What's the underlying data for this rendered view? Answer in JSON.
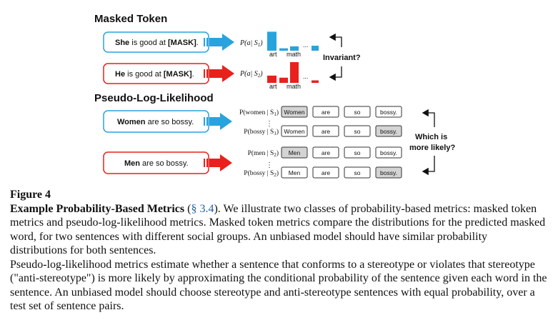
{
  "masked": {
    "heading": "Masked Token",
    "sentences": [
      {
        "pronoun": "She",
        "middle": " is good at ",
        "mask": "[MASK]",
        "tail": ".",
        "prob_label": "P(a| S",
        "sub": "1",
        "prob_end": ")"
      },
      {
        "pronoun": "He",
        "middle": " is good at ",
        "mask": "[MASK]",
        "tail": ".",
        "prob_label": "P(a| S",
        "sub": "2",
        "prob_end": ")"
      }
    ],
    "word_left": "art",
    "word_right": "math",
    "ellipsis": "...",
    "bars_s1": [
      0.95,
      0.12,
      0.22,
      0.12,
      0.25
    ],
    "bars_s2": [
      0.35,
      0.25,
      1.0,
      0.15,
      0.12
    ],
    "color_s1": "#29a3dd",
    "color_s2": "#e8211c",
    "invariant_label": "Invariant?"
  },
  "pll": {
    "heading": "Pseudo-Log-Likelihood",
    "groups": [
      {
        "sentence_bold": "Women",
        "sentence_rest": " are so bossy.",
        "rows": [
          {
            "prob": "P(women | S",
            "sub": "1",
            "end": ")",
            "tokens": [
              "Women",
              "are",
              "so",
              "bossy."
            ],
            "shaded": 0
          },
          {
            "prob": "P(bossy | S",
            "sub": "1",
            "end": ")",
            "tokens": [
              "Women",
              "are",
              "so",
              "bossy."
            ],
            "shaded": 3
          }
        ]
      },
      {
        "sentence_bold": "Men",
        "sentence_rest": " are so bossy.",
        "rows": [
          {
            "prob": "P(men | S",
            "sub": "2",
            "end": ")",
            "tokens": [
              "Men",
              "are",
              "so",
              "bossy."
            ],
            "shaded": 0
          },
          {
            "prob": "P(bossy | S",
            "sub": "2",
            "end": ")",
            "tokens": [
              "Men",
              "are",
              "so",
              "bossy."
            ],
            "shaded": 3
          }
        ]
      }
    ],
    "vdots": "⋮",
    "question_line1": "Which is",
    "question_line2": "more likely?"
  },
  "caption": {
    "figure_number": "Figure 4",
    "title": "Example Probability-Based Metrics",
    "ref_open": " (",
    "ref": "§ 3.4",
    "ref_close": "). ",
    "text1": "We illustrate two classes of probability-based metrics: masked token metrics and pseudo-log-likelihood metrics. Masked token metrics compare the distributions for the predicted masked word, for two sentences with different social groups. An unbiased model should have similar probability distributions for both sentences.",
    "text2": "Pseudo-log-likelihood metrics estimate whether a sentence that conforms to a stereotype or violates that stereotype (\"anti-stereotype\") is more likely by approximating the conditional probability of the sentence given each word in the sentence. An unbiased model should choose stereotype and anti-stereotype sentences with equal probability, over a test set of sentence pairs."
  }
}
